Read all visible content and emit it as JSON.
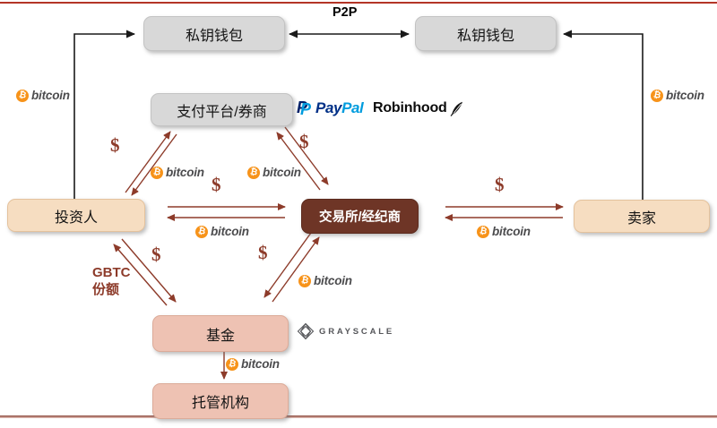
{
  "diagram": {
    "p2p_label": "P2P",
    "nodes": {
      "wallet_left": "私钥钱包",
      "wallet_right": "私钥钱包",
      "payment_platform": "支付平台/券商",
      "investor": "投资人",
      "exchange": "交易所/经纪商",
      "seller": "卖家",
      "fund": "基金",
      "custodian": "托管机构"
    },
    "flow_labels": {
      "dollar": "$",
      "bitcoin": "bitcoin",
      "bitcoin_symbol": "₿",
      "gbtc_line1": "GBTC",
      "gbtc_line2": "份额"
    },
    "logos": {
      "paypal_p": "P",
      "paypal_pay": "Pay",
      "paypal_pal": "Pal",
      "robinhood": "Robinhood",
      "grayscale": "GRAYSCALE"
    },
    "colors": {
      "bitcoin_orange": "#f7931a",
      "arrow_brown": "#8d3b2a",
      "arrow_black": "#1a1a1a",
      "exchange_node": "#6e3526",
      "peach_node": "#f6ddc1",
      "pink_node": "#eec2b3",
      "gray_node": "#d8d8d8",
      "paypal_dark_blue": "#003087",
      "paypal_light_blue": "#009cde",
      "top_rule": "#b43527",
      "bottom_rule": "#97584d"
    }
  }
}
